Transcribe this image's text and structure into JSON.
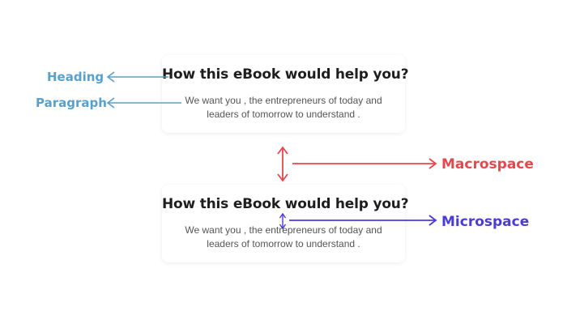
{
  "cards": [
    {
      "heading": "How this eBook would help you?",
      "paragraph_line1": "We want you , the entrepreneurs of today and",
      "paragraph_line2": "leaders of tomorrow to understand ."
    },
    {
      "heading": "How this eBook would help you?",
      "paragraph_line1": "We want you , the entrepreneurs of today and",
      "paragraph_line2": "leaders of tomorrow to understand ."
    }
  ],
  "labels": {
    "heading": "Heading",
    "paragraph": "Paragraph",
    "macrospace": "Macrospace",
    "microspace": "Microspace"
  },
  "colors": {
    "blue_label": "#5aa0cc",
    "macro_red": "#e5484d",
    "micro_purple": "#4a3bdb"
  }
}
